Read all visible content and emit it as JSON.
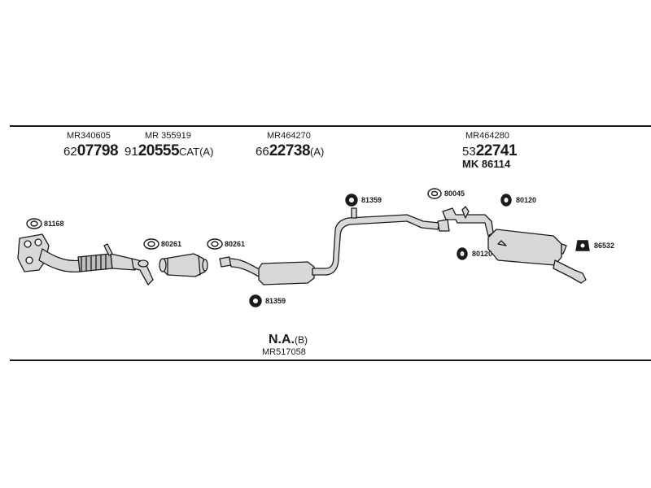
{
  "columns": [
    {
      "oe": "MR340605",
      "prefix": "62",
      "code": "07798",
      "suffix": ""
    },
    {
      "oe": "MR 355919",
      "prefix": "91",
      "code": "20555",
      "suffix": "CAT(A)"
    },
    {
      "oe": "MR464270",
      "prefix": "66",
      "code": "22738",
      "suffix": "(A)"
    },
    {
      "oe": "MR464280",
      "prefix": "53",
      "code": "22741",
      "suffix": ""
    }
  ],
  "mk_label": "MK  86114",
  "parts": [
    "81168",
    "80261",
    "80261",
    "81359",
    "81359",
    "80045",
    "80120",
    "80120",
    "86532"
  ],
  "footer": {
    "na": "N.A.",
    "na_suffix": "(B)",
    "oe": "MR517058"
  },
  "colors": {
    "ink": "#1a1a1a",
    "metal": "#d8d8d8",
    "background": "#ffffff"
  }
}
